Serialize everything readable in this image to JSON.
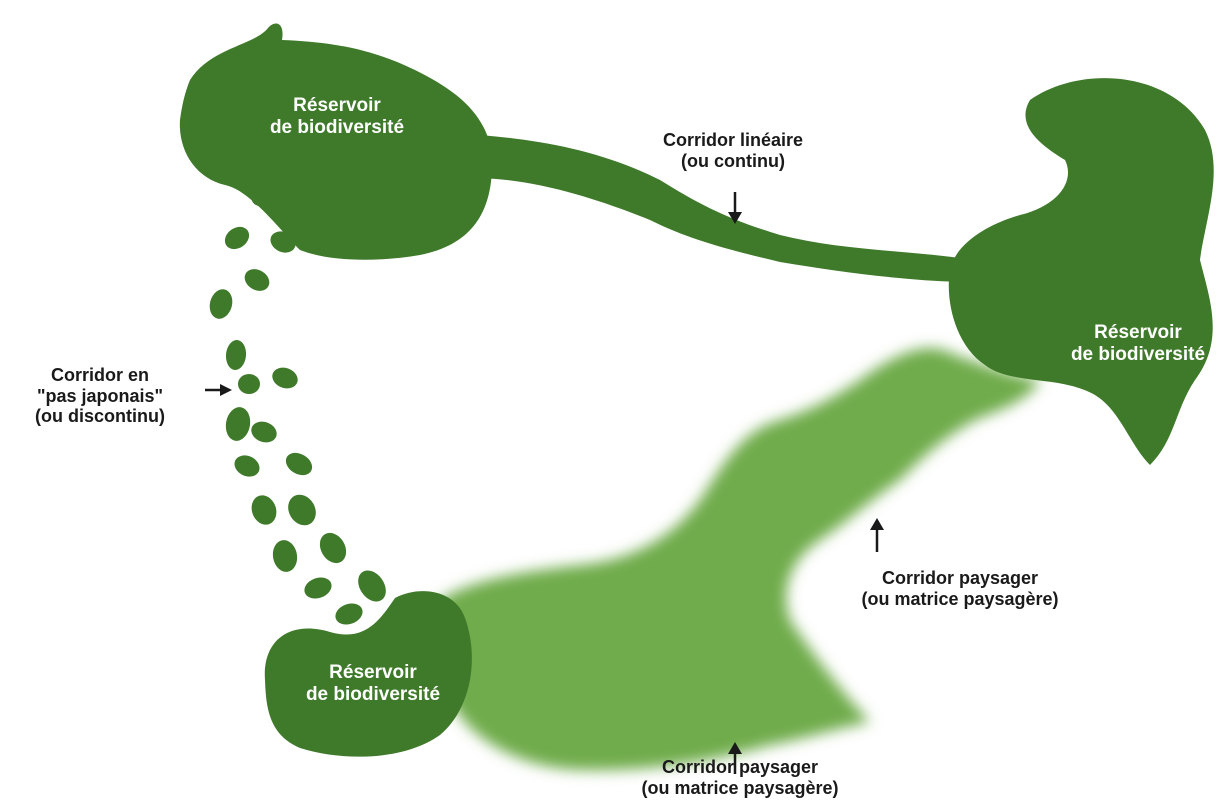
{
  "reservoir_top_left": {
    "line1": "Réservoir",
    "line2": "de biodiversité"
  },
  "reservoir_right": {
    "line1": "Réservoir",
    "line2": "de biodiversité"
  },
  "reservoir_bottom_left": {
    "line1": "Réservoir",
    "line2": "de biodiversité"
  },
  "corridor_linear": {
    "line1": "Corridor linéaire",
    "line2": "(ou continu)"
  },
  "corridor_stepping": {
    "line1": "Corridor en",
    "line2": "\"pas japonais\"",
    "line3": "(ou discontinu)"
  },
  "corridor_landscape_right": {
    "line1": "Corridor paysager",
    "line2": "(ou matrice paysagère)"
  },
  "corridor_landscape_bottom": {
    "line1": "Corridor paysager",
    "line2": "(ou matrice paysagère)"
  },
  "colors": {
    "reservoir": "#3f7a2b",
    "landscape": "#6fac4c",
    "text_dark": "#1a1a1a"
  }
}
